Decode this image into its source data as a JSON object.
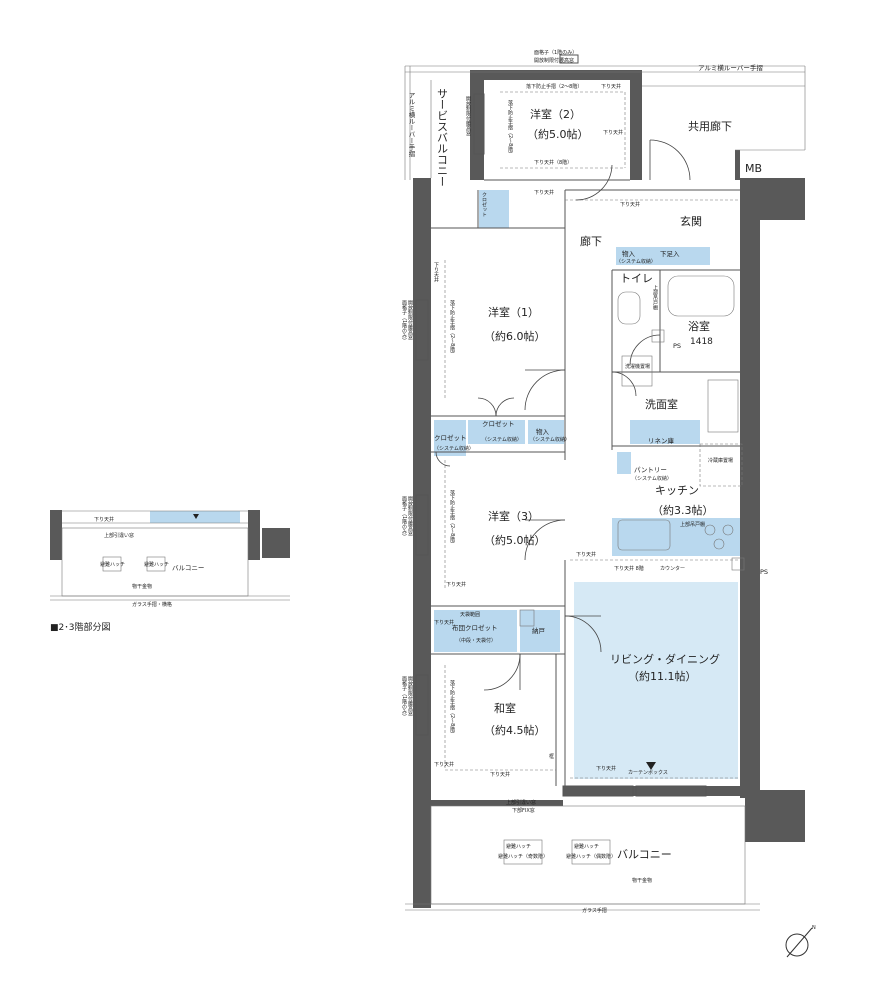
{
  "colors": {
    "wall": "#595959",
    "ldk_floor": "#d6e9f5",
    "storage": "#b9d8ee",
    "line": "#555555",
    "background": "#ffffff"
  },
  "icons": {
    "north": "compass-north-icon",
    "ps": "pipe-space-icon",
    "curtain": "curtain-box-marker-icon"
  },
  "rooms": {
    "western2": {
      "name": "洋室（2）",
      "size": "（約5.0帖）"
    },
    "common_corridor": {
      "name": "共用廊下"
    },
    "mb": {
      "name": "MB"
    },
    "entrance": {
      "name": "玄関"
    },
    "hallway": {
      "name": "廊下"
    },
    "western1": {
      "name": "洋室（1）",
      "size": "（約6.0帖）"
    },
    "toilet": {
      "name": "トイレ"
    },
    "bath": {
      "name": "浴室",
      "size": "1418"
    },
    "washroom": {
      "name": "洗面室"
    },
    "kitchen": {
      "name": "キッチン",
      "size": "（約3.3帖）"
    },
    "western3": {
      "name": "洋室（3）",
      "size": "（約5.0帖）"
    },
    "ldk": {
      "name": "リビング・ダイニング",
      "size": "（約11.1帖）"
    },
    "japanese": {
      "name": "和室",
      "size": "（約4.5帖）"
    },
    "balcony": {
      "name": "バルコニー"
    },
    "service_balcony": {
      "name": "サービスバルコニー"
    }
  },
  "labels": {
    "aluminum_louver_top": "アルミ横ルーバー手摺",
    "aluminum_louver_side": "アルミ横ルーバー手摺",
    "fence_note_top": "面格子（1階のみ）",
    "fence_note_top2": "開放制限付腰高窓",
    "fall_prevention_top": "落下防止手摺（2～8階）",
    "sagari_tenjo": "下り天井",
    "sagari_tenjo_8": "下り天井（8階）",
    "closet": "クロゼット",
    "closet_system": "（システム収納）",
    "storage": "物入",
    "storage_system": "（システム収納）",
    "shoe_box": "下足入",
    "upper_shelf": "上部吊戸棚",
    "laundry": "洗濯機置場",
    "linen": "リネン庫",
    "fridge": "冷蔵庫置場",
    "pantry": "パントリー",
    "pantry_system": "（システム収納）",
    "counter": "カウンター",
    "ps": "PS",
    "futon_closet": "布団クロゼット",
    "futon_sub": "（中段・天袋付）",
    "tenbukuro": "天袋範囲",
    "nando": "納戸",
    "curtain_box": "カーテンボックス",
    "sliding_note": "上部引違い窓",
    "sliding_note2": "下部FIX窓",
    "hatch_odd": "避難ハッチ（奇数階）",
    "hatch_even": "避難ハッチ（偶数階）",
    "hatch": "避難ハッチ",
    "laundry_hardware": "物干金物",
    "glass_railing": "ガラス手摺",
    "side_note_1": "開放制限付腰高窓",
    "side_note_2": "面格子（1階のみ）",
    "fall_prevention_side": "落下防止手摺（2～8階）",
    "kamiza": "框",
    "partial_plan_title": "■2･3階部分図",
    "partial_balcony": "バルコニー",
    "partial_hardware": "物干金物",
    "partial_glass": "ガラス手摺・横格",
    "ceiling_note": "下り天井 8階"
  }
}
